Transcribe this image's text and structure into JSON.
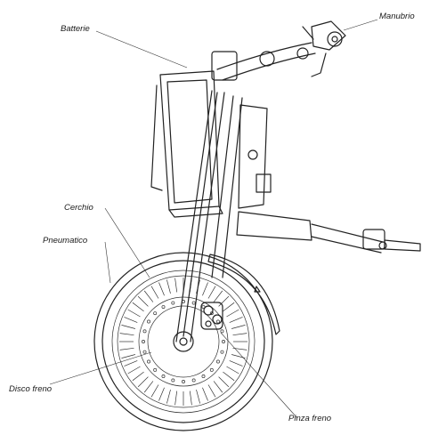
{
  "labels": {
    "battery": "Batterie",
    "handlebar": "Manubrio",
    "rim": "Cerchio",
    "tire": "Pneumatico",
    "brake_disc": "Disco freno",
    "brake_caliper": "Pinza freno"
  }
}
